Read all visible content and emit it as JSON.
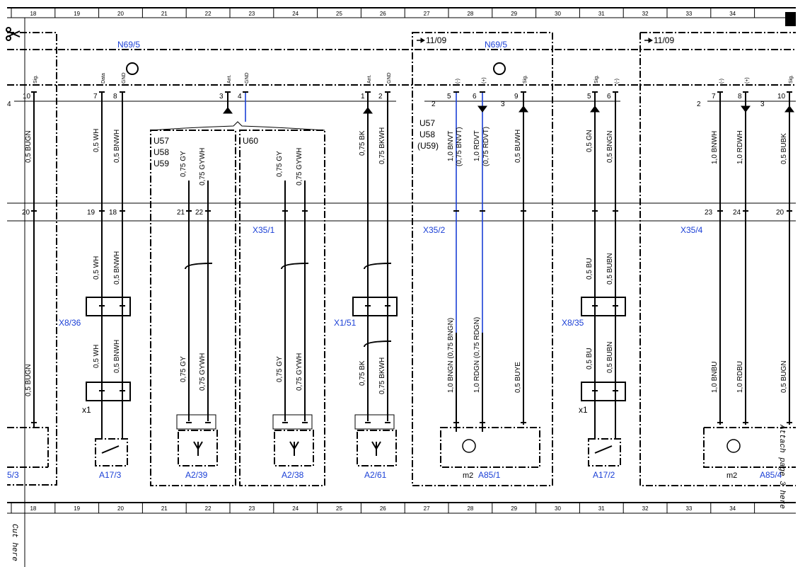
{
  "grid_columns": [
    "18",
    "19",
    "20",
    "21",
    "22",
    "23",
    "24",
    "25",
    "26",
    "27",
    "28",
    "29",
    "30",
    "31",
    "32",
    "33",
    "34"
  ],
  "cut_label": "Cut here",
  "attach_label": "Attach page 3 here",
  "top_right_ref": "11/09",
  "components": {
    "n69_5": "N69/5",
    "x35_1": "X35/1",
    "x35_2": "X35/2",
    "x35_4": "X35/4",
    "x8_36": "X8/36",
    "x1_51": "X1/51",
    "x8_35": "X8/35",
    "a17_3": "A17/3",
    "a2_39": "A2/39",
    "a2_38": "A2/38",
    "a2_61": "A2/61",
    "a85_1": "A85/1",
    "a17_2": "A17/2",
    "a85_4": "A85/4",
    "frag_3": "5/3"
  },
  "variants": {
    "u57": "U57",
    "u58": "U58",
    "u59": "U59",
    "u59p": "(U59)",
    "u60": "U60"
  },
  "pin_labels": {
    "sig": "Sig.",
    "data": "Data",
    "gnd": "GND",
    "ant": "Ant.",
    "minus": "(-)",
    "plus": "(+)",
    "x1": "x1",
    "m2": "m2"
  },
  "wires": {
    "c18_top": "0,5 BUGN",
    "c18_bot": "0,5 BUGN",
    "c19_a": "0,5 WH",
    "c19_b": "0,5 WH",
    "c19_c": "0,5 WH",
    "c20_a": "0,5 BNWH",
    "c20_b": "0,5 BNWH",
    "c20_c": "0,5 BNWH",
    "c22_a": "0,75 GY",
    "c22_b": "0,75 GY",
    "c22w_a": "0,75 GYWH",
    "c22w_b": "0,75 GYWH",
    "c24_a": "0,75 GY",
    "c24_b": "0,75 GY",
    "c24w_a": "0,75 GYWH",
    "c24w_b": "0,75 GYWH",
    "c26_a": "0,75 BK",
    "c26_b": "0,75 BK",
    "c26w_a": "0,75 BKWH",
    "c26w_b": "0,75 BKWH",
    "c28a_top1": "1,0 BNVT",
    "c28a_top2": "(0,75 BNVT)",
    "c28b_top1": "1,0 RDVT",
    "c28b_top2": "(0,75 RDVT)",
    "c28a_bot": "1,0 BNGN (0,75 BNGN)",
    "c28b_bot": "1,0 RDGN (0,75 RDGN)",
    "c29_top": "0,5 BUWH",
    "c29_bot": "0,5 BUYE",
    "c31a_top": "0,5 GN",
    "c31a_mid": "0,5 BU",
    "c31a_bot": "0,5 BU",
    "c31b_top": "0,5 BNGN",
    "c31b_mid": "0,5 BUBN",
    "c31b_bot": "0,5 BUBN",
    "c34a_top": "1,0 BNWH",
    "c34a_bot": "1,0 BNBU",
    "c34b_top": "1,0 RDWH",
    "c34b_bot": "1,0 RDBU",
    "c35_top": "0,5 BUBK",
    "c35_bot": "0,5 BUGN"
  },
  "pins": {
    "p10": "10",
    "p7": "7",
    "p8": "8",
    "p3": "3",
    "p4": "4",
    "p1": "1",
    "p2": "2",
    "p5": "5",
    "p6": "6",
    "p9": "9",
    "p20": "20",
    "p19": "19",
    "p18": "18",
    "p21": "21",
    "p22": "22",
    "p23": "23",
    "p24": "24"
  },
  "colors": {
    "line": "#000000",
    "label_blue": "#1a3fd6",
    "wire_blue": "#1a3fd6"
  }
}
